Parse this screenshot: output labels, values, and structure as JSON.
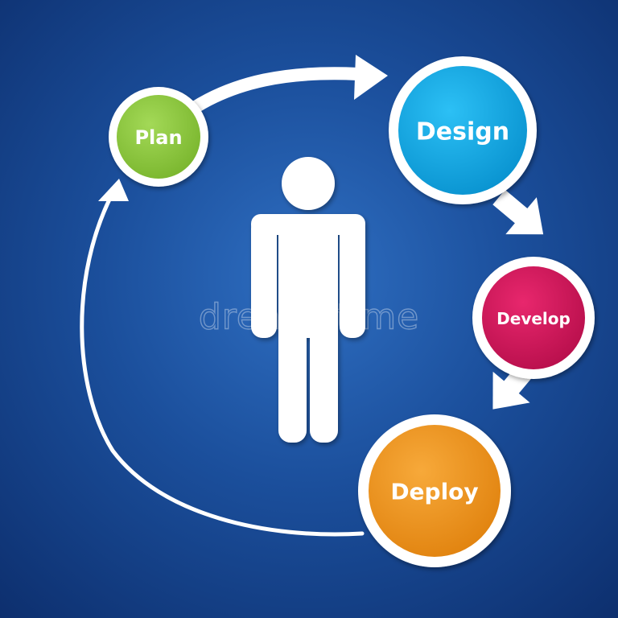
{
  "diagram": {
    "stages": [
      {
        "id": "plan",
        "label": "Plan",
        "color": "#8cc43f"
      },
      {
        "id": "design",
        "label": "Design",
        "color": "#0aa8e6"
      },
      {
        "id": "develop",
        "label": "Develop",
        "color": "#d4145a"
      },
      {
        "id": "deploy",
        "label": "Deploy",
        "color": "#f0931e"
      }
    ],
    "center_figure": "person-icon",
    "watermark": "dreamstime",
    "colors": {
      "background_center": "#2f6fc2",
      "background_edge": "#0d2f6e",
      "ring": "#ffffff",
      "arrow": "#ffffff"
    }
  }
}
